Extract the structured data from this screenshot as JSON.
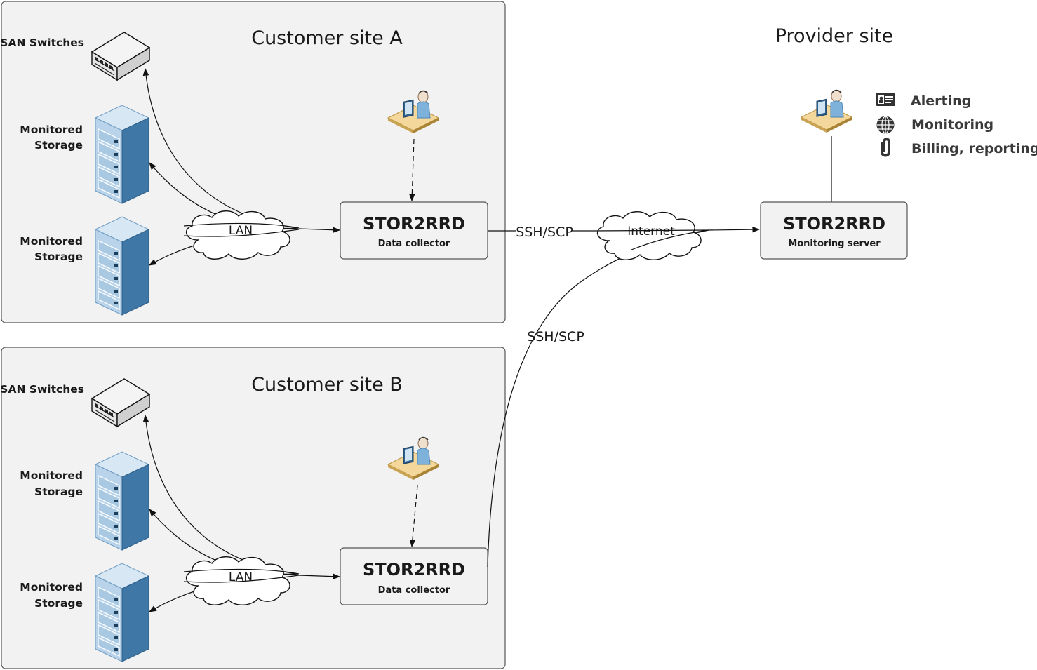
{
  "sites": {
    "customer_a": {
      "title": "Customer site A",
      "san_label": "SAN Switches",
      "storage_labels": [
        {
          "line1": "Monitored",
          "line2": "Storage"
        },
        {
          "line1": "Monitored",
          "line2": "Storage"
        }
      ],
      "cloud_label": "LAN",
      "collector": {
        "title": "STOR2RRD",
        "subtitle": "Data collector"
      }
    },
    "customer_b": {
      "title": "Customer site B",
      "san_label": "SAN Switches",
      "storage_labels": [
        {
          "line1": "Monitored",
          "line2": "Storage"
        },
        {
          "line1": "Monitored",
          "line2": "Storage"
        }
      ],
      "cloud_label": "LAN",
      "collector": {
        "title": "STOR2RRD",
        "subtitle": "Data collector"
      }
    },
    "provider": {
      "title": "Provider site",
      "server": {
        "title": "STOR2RRD",
        "subtitle": "Monitoring server"
      },
      "legend": [
        {
          "icon": "contact-card-icon",
          "label": "Alerting"
        },
        {
          "icon": "globe-icon",
          "label": "Monitoring"
        },
        {
          "icon": "paperclip-icon",
          "label": "Billing, reporting"
        }
      ]
    }
  },
  "connections": {
    "internet_label": "Internet",
    "ssh_a": "SSH/SCP",
    "ssh_b": "SSH/SCP"
  },
  "colors": {
    "site_bg": "#f2f2f2",
    "site_border": "#555555",
    "storage_light": "#bcd6ea",
    "storage_dark": "#3f77a6"
  }
}
